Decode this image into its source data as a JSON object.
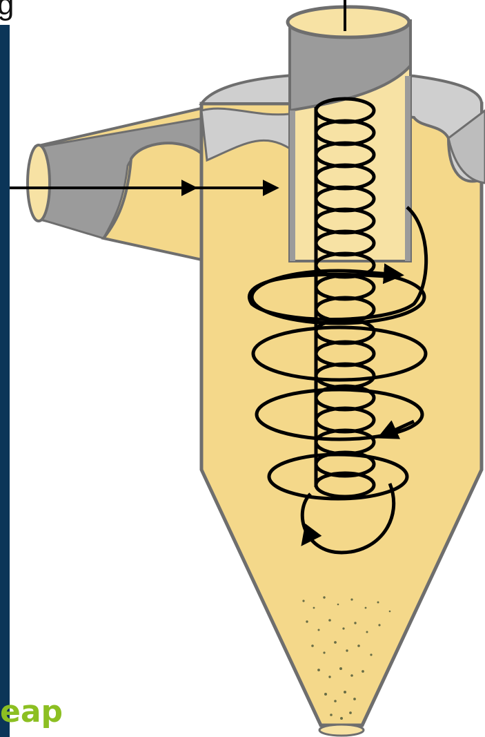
{
  "page": {
    "top_fragment": "g",
    "bottom_fragment": "eap"
  },
  "colors": {
    "body_fill": "#f4d88a",
    "body_fill_light": "#f7e2a4",
    "outline": "#6e6e6e",
    "duct_grey": "#9b9b9b",
    "duct_grey_light": "#cfcfcf",
    "flow_line": "#000000",
    "sidebar": "#0b3558",
    "fragment_green": "#8cbf22",
    "dust": "#4f5a3a"
  },
  "diagram": {
    "subject": "cyclone-separator",
    "icons": [
      "inlet-arrow-icon",
      "spiral-flow-arrow-icon",
      "outlet-line-icon"
    ]
  }
}
